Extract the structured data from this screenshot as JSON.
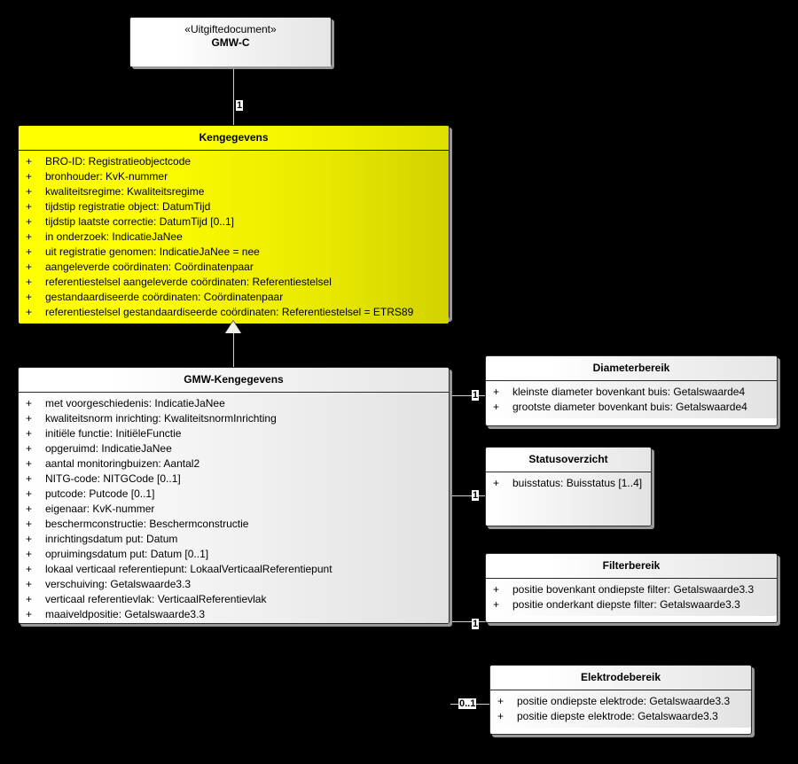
{
  "diagram": {
    "title": "GMW Kengegevens UML class diagram",
    "background_color": "#000000",
    "highlight_color": "#ffff00"
  },
  "classes": {
    "gmwc": {
      "stereotype": "«Uitgiftedocument»",
      "name": "GMW-C",
      "attributes": []
    },
    "kengegevens": {
      "name": "Kengegevens",
      "attributes": [
        {
          "visibility": "+",
          "text": "BRO-ID: Registratieobjectcode"
        },
        {
          "visibility": "+",
          "text": "bronhouder: KvK-nummer"
        },
        {
          "visibility": "+",
          "text": "kwaliteitsregime: Kwaliteitsregime"
        },
        {
          "visibility": "+",
          "text": "tijdstip registratie object: DatumTijd"
        },
        {
          "visibility": "+",
          "text": "tijdstip laatste correctie: DatumTijd [0..1]"
        },
        {
          "visibility": "+",
          "text": "in onderzoek: IndicatieJaNee"
        },
        {
          "visibility": "+",
          "text": "uit registratie genomen: IndicatieJaNee = nee"
        },
        {
          "visibility": "+",
          "text": "aangeleverde coördinaten: Coördinatenpaar"
        },
        {
          "visibility": "+",
          "text": "referentiestelsel aangeleverde coördinaten: Referentiestelsel"
        },
        {
          "visibility": "+",
          "text": "gestandaardiseerde coördinaten: Coördinatenpaar"
        },
        {
          "visibility": "+",
          "text": "referentiestelsel gestandaardiseerde coördinaten: Referentiestelsel = ETRS89"
        }
      ]
    },
    "gmw_kengegevens": {
      "name": "GMW-Kengegevens",
      "attributes": [
        {
          "visibility": "+",
          "text": "met voorgeschiedenis: IndicatieJaNee"
        },
        {
          "visibility": "+",
          "text": "kwaliteitsnorm inrichting: KwaliteitsnormInrichting"
        },
        {
          "visibility": "+",
          "text": "initiële functie: InitiëleFunctie"
        },
        {
          "visibility": "+",
          "text": "opgeruimd: IndicatieJaNee"
        },
        {
          "visibility": "+",
          "text": "aantal monitoringbuizen: Aantal2"
        },
        {
          "visibility": "+",
          "text": "NITG-code: NITGCode [0..1]"
        },
        {
          "visibility": "+",
          "text": "putcode: Putcode [0..1]"
        },
        {
          "visibility": "+",
          "text": "eigenaar: KvK-nummer"
        },
        {
          "visibility": "+",
          "text": "beschermconstructie: Beschermconstructie"
        },
        {
          "visibility": "+",
          "text": "inrichtingsdatum put: Datum"
        },
        {
          "visibility": "+",
          "text": "opruimingsdatum put: Datum [0..1]"
        },
        {
          "visibility": "+",
          "text": "lokaal verticaal referentiepunt: LokaalVerticaalReferentiepunt"
        },
        {
          "visibility": "+",
          "text": "verschuiving: Getalswaarde3.3"
        },
        {
          "visibility": "+",
          "text": "verticaal referentievlak: VerticaalReferentievlak"
        },
        {
          "visibility": "+",
          "text": "maaiveldpositie: Getalswaarde3.3"
        }
      ]
    },
    "diameterbereik": {
      "name": "Diameterbereik",
      "attributes": [
        {
          "visibility": "+",
          "text": "kleinste diameter bovenkant buis: Getalswaarde4"
        },
        {
          "visibility": "+",
          "text": "grootste diameter bovenkant buis: Getalswaarde4"
        }
      ]
    },
    "statusoverzicht": {
      "name": "Statusoverzicht",
      "attributes": [
        {
          "visibility": "+",
          "text": "buisstatus: Buisstatus [1..4]"
        }
      ]
    },
    "filterbereik": {
      "name": "Filterbereik",
      "attributes": [
        {
          "visibility": "+",
          "text": "positie bovenkant ondiepste filter: Getalswaarde3.3"
        },
        {
          "visibility": "+",
          "text": "positie onderkant diepste filter: Getalswaarde3.3"
        }
      ]
    },
    "elektrodebereik": {
      "name": "Elektrodebereik",
      "attributes": [
        {
          "visibility": "+",
          "text": "positie ondiepste elektrode: Getalswaarde3.3"
        },
        {
          "visibility": "+",
          "text": "positie diepste elektrode: Getalswaarde3.3"
        }
      ]
    }
  },
  "connectors": {
    "gmwc_to_kengegevens": {
      "multiplicity": "1"
    },
    "kengegevens_generalization": {
      "multiplicity": ""
    },
    "gmw_to_diameterbereik": {
      "multiplicity": "1"
    },
    "gmw_to_statusoverzicht": {
      "multiplicity": "1"
    },
    "gmw_to_filterbereik": {
      "multiplicity": "1"
    },
    "gmw_to_elektrodebereik": {
      "multiplicity": "0..1"
    }
  }
}
